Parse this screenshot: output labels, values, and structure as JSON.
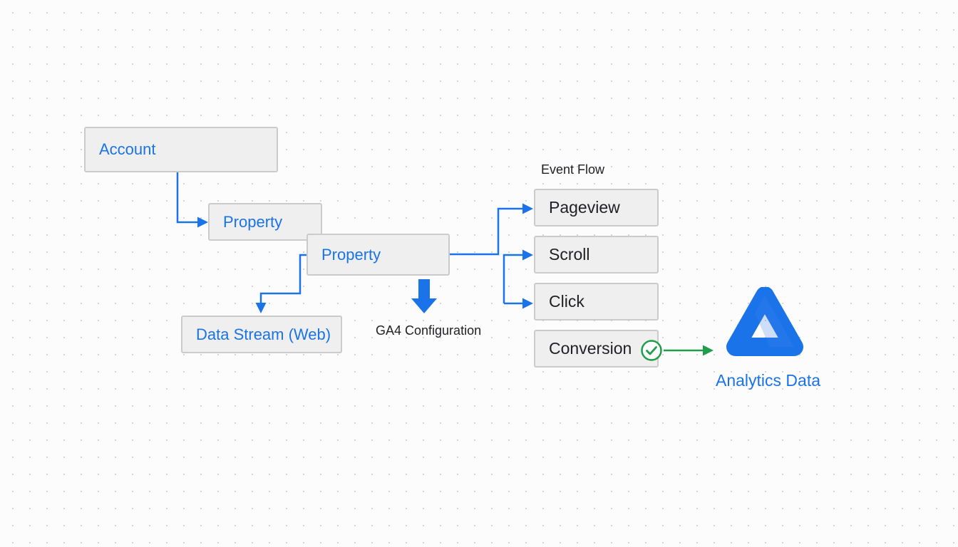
{
  "hierarchy": {
    "account": "Account",
    "property_1": "Property",
    "property_2": "Property",
    "data_stream": "Data Stream (Web)"
  },
  "config_label": "GA4 Configuration",
  "event_flow": {
    "title": "Event Flow",
    "events": [
      "Pageview",
      "Scroll",
      "Click",
      "Conversion"
    ]
  },
  "output": {
    "label": "Analytics Data",
    "icon": "google-analytics-icon"
  },
  "colors": {
    "accent": "#1a73e8",
    "success": "#1e9e4a",
    "node_fill": "#efefef",
    "node_border": "#cbcbcb"
  }
}
